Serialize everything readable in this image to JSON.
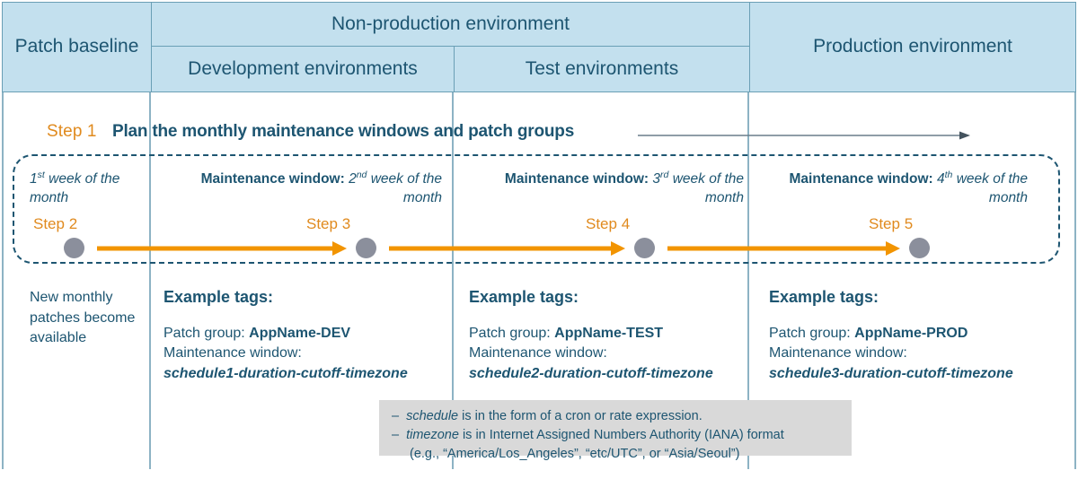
{
  "header": {
    "patch_baseline": "Patch baseline",
    "non_production": "Non-production environment",
    "development": "Development environments",
    "test": "Test environments",
    "production": "Production environment"
  },
  "step1": {
    "label": "Step 1",
    "title": "Plan the monthly maintenance windows and patch groups"
  },
  "windows": {
    "baseline_week": "1st week of the month",
    "baseline_week_ord_num": "1",
    "baseline_week_ord_suffix": "st",
    "baseline_week_rest": " week of the month",
    "mw_prefix": "Maintenance window:",
    "dev_week_num": "2",
    "dev_week_suffix": "nd",
    "dev_week_rest": " week of the month",
    "test_week_num": "3",
    "test_week_suffix": "rd",
    "test_week_rest": " week of the month",
    "prod_week_num": "4",
    "prod_week_suffix": "th",
    "prod_week_rest": " week of the month"
  },
  "steps": [
    {
      "label": "Step 2"
    },
    {
      "label": "Step 3"
    },
    {
      "label": "Step 4"
    },
    {
      "label": "Step 5"
    }
  ],
  "baseline_note": "New monthly patches become available",
  "tags": [
    {
      "title": "Example tags:",
      "patch_group_label": "Patch group: ",
      "patch_group_value": "AppName-DEV",
      "mw_label": "Maintenance window:",
      "mw_value": "schedule1-duration-cutoff-timezone"
    },
    {
      "title": "Example tags:",
      "patch_group_label": "Patch group: ",
      "patch_group_value": "AppName-TEST",
      "mw_label": "Maintenance window:",
      "mw_value": "schedule2-duration-cutoff-timezone"
    },
    {
      "title": "Example tags:",
      "patch_group_label": "Patch group: ",
      "patch_group_value": "AppName-PROD",
      "mw_label": "Maintenance window:",
      "mw_value": "schedule3-duration-cutoff-timezone"
    }
  ],
  "footnote": {
    "dash": "–",
    "line1_em": "schedule",
    "line1_rest": " is in the form of a cron or rate expression.",
    "line2_em": "timezone",
    "line2_rest": " is in Internet Assigned Numbers Authority (IANA) format",
    "line3": "(e.g., “America/Los_Angeles”,  “etc/UTC”, or “Asia/Seoul”)"
  },
  "colors": {
    "header_fill": "#c3e0ee",
    "header_border": "#6a9fb5",
    "text_blue": "#1d5571",
    "accent_orange": "#e08a1e",
    "circle_gray": "#8b8f9c",
    "footnote_bg": "#d9d9d9"
  }
}
